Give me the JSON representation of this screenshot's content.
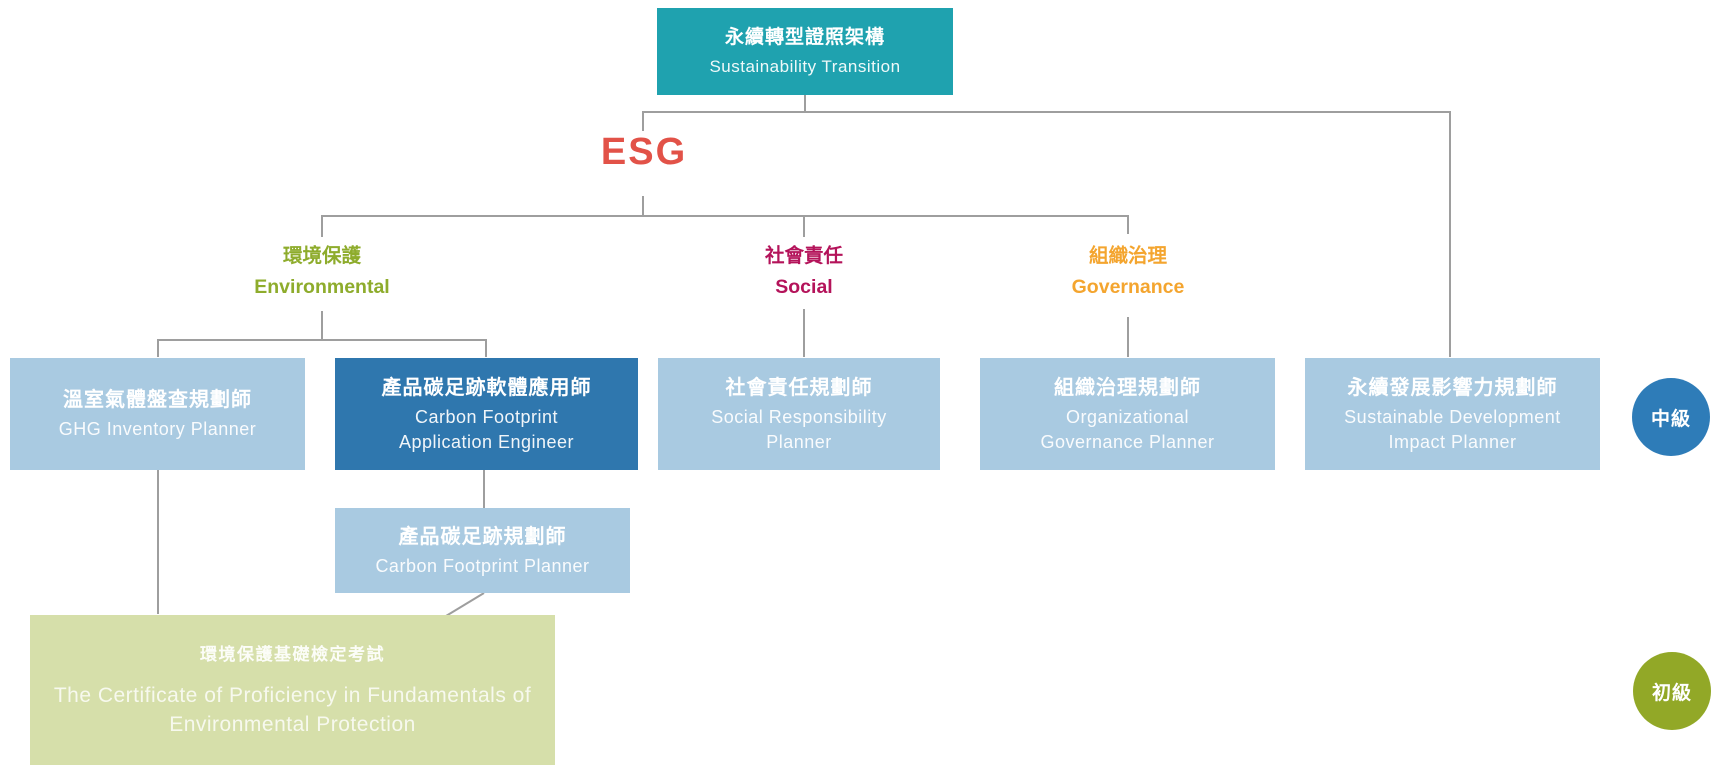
{
  "root": {
    "title_zh": "永續轉型證照架構",
    "title_en": "Sustainability Transition"
  },
  "esg_label": "ESG",
  "categories": [
    {
      "zh": "環境保護",
      "en": "Environmental",
      "color": "#8eac2c"
    },
    {
      "zh": "社會責任",
      "en": "Social",
      "color": "#b4135a"
    },
    {
      "zh": "組織治理",
      "en": "Governance",
      "color": "#f4a52f"
    }
  ],
  "certifications": {
    "ghg": {
      "zh": "溫室氣體盤查規劃師",
      "en": "GHG Inventory Planner"
    },
    "cf_app": {
      "zh": "產品碳足跡軟體應用師",
      "en": "Carbon Footprint Application Engineer"
    },
    "social": {
      "zh": "社會責任規劃師",
      "en": "Social Responsibility Planner"
    },
    "governance": {
      "zh": "組織治理規劃師",
      "en": "Organizational Governance Planner"
    },
    "sdg": {
      "zh": "永續發展影響力規劃師",
      "en": "Sustainable Development Impact Planner"
    },
    "cf_planner": {
      "zh": "產品碳足跡規劃師",
      "en": "Carbon Footprint Planner"
    },
    "foundation": {
      "zh": "環境保護基礎檢定考試",
      "en": "The Certificate of Proficiency in Fundamentals of Environmental Protection"
    }
  },
  "levels": {
    "intermediate": "中級",
    "beginner": "初級"
  },
  "colors": {
    "root_teal": "#1fa2af",
    "cert_light_blue": "#a9cae1",
    "cert_dark_blue": "#2f77ae",
    "foundation_green": "#d6dfaa",
    "esg_red": "#e25248",
    "badge_intermediate_blue": "#2e7cb8",
    "badge_beginner_olive": "#92a827",
    "connector_gray": "#9e9e9e"
  }
}
